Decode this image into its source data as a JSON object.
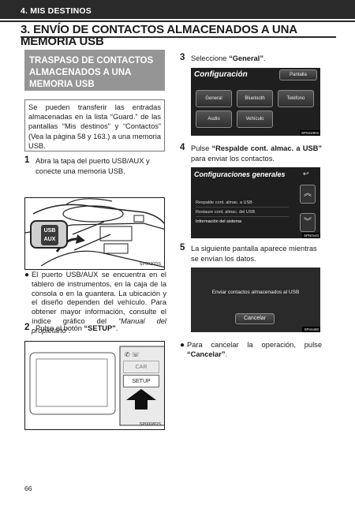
{
  "header": {
    "section": "4. MIS DESTINOS"
  },
  "page_title": "3. ENVÍO DE CONTACTOS ALMACENADOS A UNA MEMORIA USB",
  "box_title": {
    "line1": "TRASPASO DE CONTACTOS",
    "line2": "ALMACENADOS A UNA",
    "line3": "MEMORIA USB"
  },
  "intro": "Se pueden transferir las entradas almacenadas en la lista “Guard.” de las pantallas “Mis destinos” y “Contactos” (Vea la página 58 y 163.) a una memoria USB.",
  "steps": {
    "s1": {
      "num": "1",
      "pre": "Abra la tapa del puerto USB/AUX y conecte una memoria USB."
    },
    "s2": {
      "num": "2",
      "pre": "Pulse el botón ",
      "bold": "“SETUP”",
      "post": "."
    },
    "s3": {
      "num": "3",
      "pre": "Seleccione ",
      "bold": "“General”",
      "post": "."
    },
    "s4": {
      "num": "4",
      "pre": "Pulse ",
      "bold": "“Respalde cont. almac. a USB”",
      "post": " para enviar los contactos."
    },
    "s5": {
      "num": "5",
      "pre": "La siguiente pantalla aparece mientras se envían los datos."
    }
  },
  "bullets": {
    "usb_note": {
      "pre": "El puerto USB/AUX se encuentra en el tablero de instrumentos, en la caja de la consola o en la guantera. La ubicación y el diseño dependen del vehículo. Para obtener mayor información, consulte el índice gráfico del ",
      "italic": "“Manual del propietario”",
      "post": "."
    },
    "cancel_note": {
      "pre": "Para cancelar la operación, pulse ",
      "bold": "“Cancelar”",
      "post": "."
    }
  },
  "fig1": {
    "code": "SP0020DS",
    "usb_label_1": "USB",
    "usb_label_2": "AUX"
  },
  "fig2": {
    "code": "SP0008DS",
    "car_label": "CAR",
    "setup_label": "SETUP"
  },
  "screen1": {
    "code": "SP0310ES",
    "title": "Configuración",
    "top_button": "Pantalla",
    "buttons": [
      "General",
      "Bluetooth",
      "Teléfono",
      "Audio",
      "Vehículo"
    ]
  },
  "screen2": {
    "code": "SPN0x40",
    "title": "Configuraciones generales",
    "rows": [
      "Respalde cont. almac. a USB",
      "Restaure cont. almac. del USB",
      "Información del sistema"
    ]
  },
  "screen3": {
    "code": "SPnnn80",
    "message": "Enviar contactos almacenados al USB",
    "cancel_label": "Cancelar"
  },
  "page_number": "66"
}
